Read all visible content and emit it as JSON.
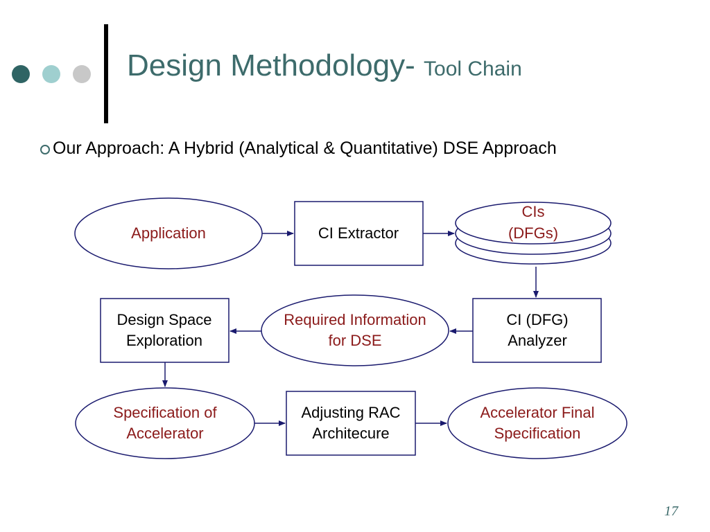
{
  "slide": {
    "title_main": "Design Methodology- ",
    "title_sub": "Tool Chain",
    "bullet": "Our Approach: A Hybrid (Analytical & Quantitative) DSE Approach",
    "page_number": "17"
  },
  "colors": {
    "title": "#3d6b6b",
    "dot_dark": "#2f6464",
    "dot_light": "#9fcfcf",
    "dot_gray": "#c8c8c8",
    "node_border": "#1a1a6e",
    "red_text": "#8b1a1a",
    "arrow": "#1a1a6e"
  },
  "nodes": {
    "application": "Application",
    "ci_extractor": "CI Extractor",
    "cis_line1": "CIs",
    "cis_line2": "(DFGs)",
    "dse_line1": "Design Space",
    "dse_line2": "Exploration",
    "req_line1": "Required Information",
    "req_line2": "for DSE",
    "analyzer_line1": "CI (DFG)",
    "analyzer_line2": "Analyzer",
    "spec_line1": "Specification of",
    "spec_line2": "Accelerator",
    "adjust_line1": "Adjusting RAC",
    "adjust_line2": "Architecure",
    "final_line1": "Accelerator Final",
    "final_line2": "Specification"
  }
}
